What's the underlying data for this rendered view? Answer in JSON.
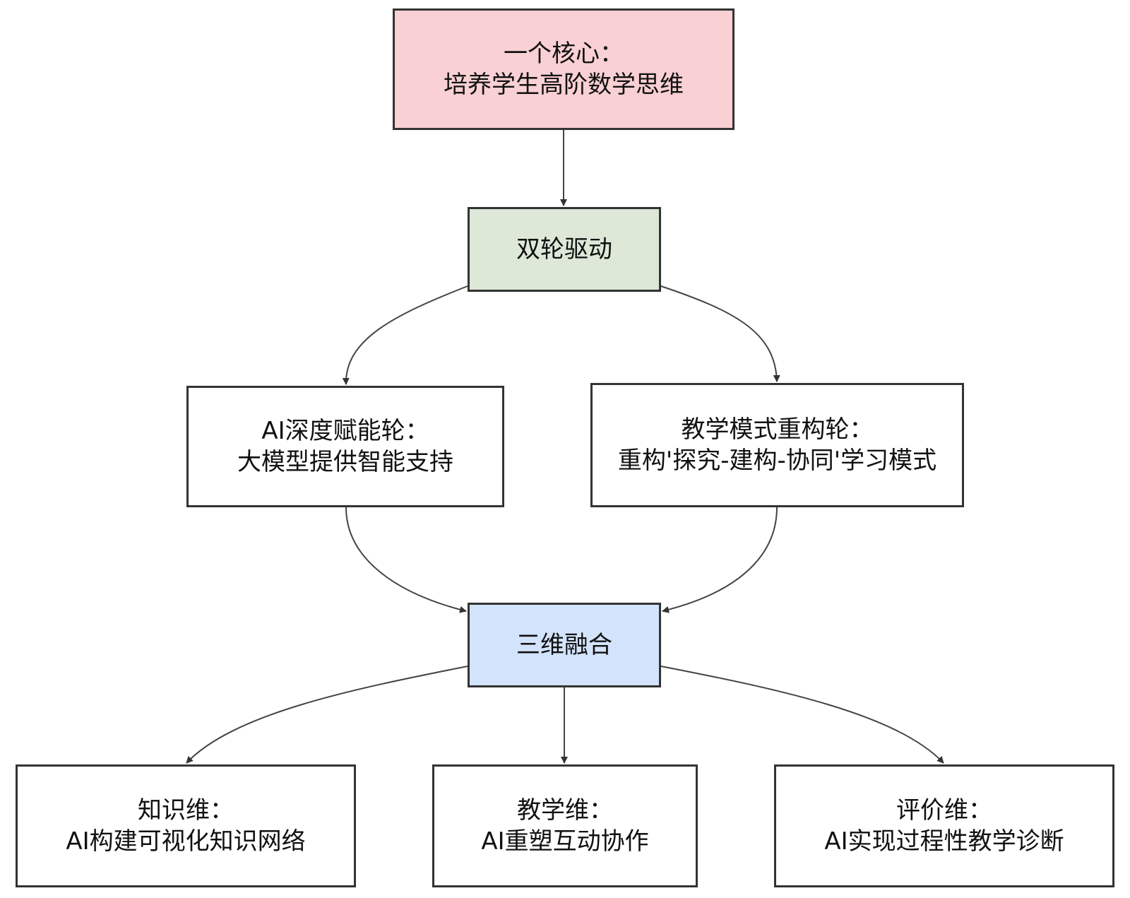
{
  "colors": {
    "core_fill": "#f9d0d3",
    "dual_fill": "#dde8d8",
    "tri_fill": "#d3e3fb",
    "box_fill": "#ffffff",
    "border": "#333333",
    "edge": "#444444"
  },
  "nodes": {
    "core": {
      "line1": "一个核心：",
      "line2": "培养学生高阶数学思维"
    },
    "dual": {
      "label": "双轮驱动"
    },
    "ai_wheel": {
      "line1": "AI深度赋能轮：",
      "line2": "大模型提供智能支持"
    },
    "teach_wheel": {
      "line1": "教学模式重构轮：",
      "line2": "重构'探究-建构-协同'学习模式"
    },
    "tri": {
      "label": "三维融合"
    },
    "knowledge": {
      "line1": "知识维：",
      "line2": "AI构建可视化知识网络"
    },
    "teaching": {
      "line1": "教学维：",
      "line2": "AI重塑互动协作"
    },
    "evaluation": {
      "line1": "评价维：",
      "line2": "AI实现过程性教学诊断"
    }
  },
  "edges": [
    {
      "from": "core",
      "to": "dual"
    },
    {
      "from": "dual",
      "to": "ai_wheel"
    },
    {
      "from": "dual",
      "to": "teach_wheel"
    },
    {
      "from": "ai_wheel",
      "to": "tri"
    },
    {
      "from": "teach_wheel",
      "to": "tri"
    },
    {
      "from": "tri",
      "to": "knowledge"
    },
    {
      "from": "tri",
      "to": "teaching"
    },
    {
      "from": "tri",
      "to": "evaluation"
    }
  ]
}
